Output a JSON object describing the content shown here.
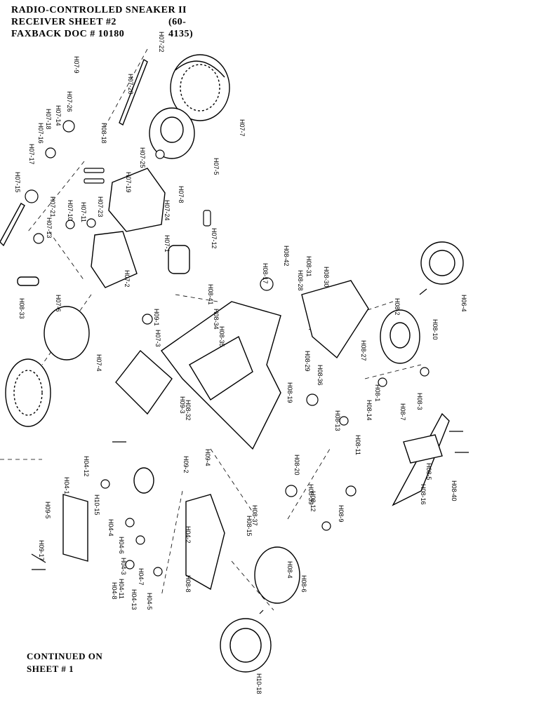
{
  "header": {
    "line1": "RADIO-CONTROLLED SNEAKER II",
    "line2": "RECEIVER SHEET #2",
    "line3": "FAXBACK DOC # 10180",
    "code": "(60-4135)"
  },
  "footer": {
    "line1": "CONTINUED ON",
    "line2": "SHEET # 1"
  },
  "part_labels": [
    "H07-22",
    "H07-9",
    "H07-20",
    "H07-26",
    "H07-14",
    "H07-18",
    "H07-16",
    "H07-17",
    "H07-15",
    "H08-18",
    "H07-7",
    "H07-5",
    "H07-25",
    "H07-19",
    "H07-8",
    "H07-13",
    "H07-10",
    "H07-11",
    "H07-23",
    "H07-24",
    "H07-21",
    "H07-1",
    "H07-12",
    "H07-2",
    "H07-3",
    "H08-33",
    "H07-6",
    "H08-17",
    "H08-42",
    "H08-28",
    "H08-31",
    "H08-30",
    "H08-41",
    "H08-34",
    "H08-35",
    "H08-29",
    "H08-2",
    "H08-10",
    "H06-4",
    "H07-4",
    "H09-1",
    "H08-36",
    "H09-3",
    "H09-4",
    "H09-2",
    "H08-19",
    "H08-27",
    "H08-14",
    "H08-13",
    "H08-1",
    "H08-7",
    "H08-3",
    "H08-40",
    "H08-16",
    "H04-1",
    "H09-5",
    "H09-17",
    "H08-15",
    "H04-12",
    "H10-15",
    "H04-4",
    "H04-6",
    "H04-3",
    "H04-11",
    "H04-7",
    "H04-13",
    "H04-8",
    "H04-5",
    "H04-2",
    "H08-37",
    "H08-9",
    "H08-6",
    "H08-20",
    "H08-12",
    "H08-11",
    "H08-5",
    "H08-4",
    "H10-18",
    "H08-8",
    "H08-39",
    "H08-32"
  ]
}
